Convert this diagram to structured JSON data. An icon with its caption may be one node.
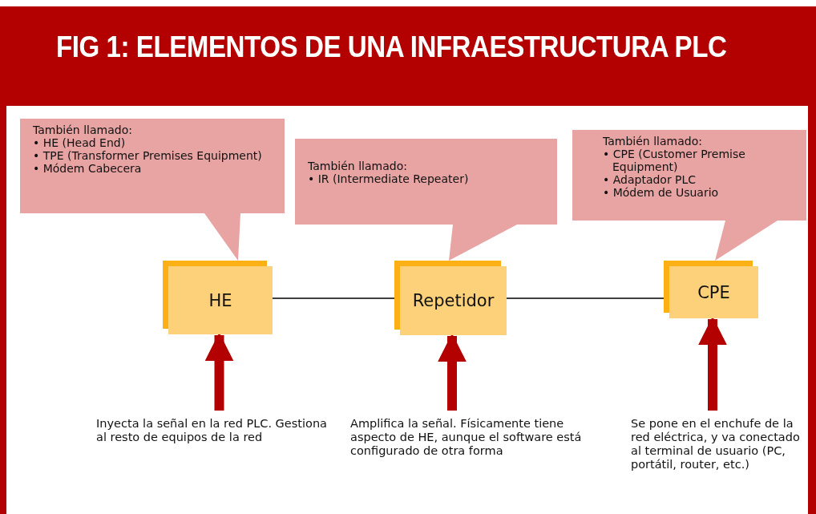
{
  "diagram": {
    "title": "FIG 1: ELEMENTOS DE UNA INFRAESTRUCTURA PLC",
    "nodes": [
      {
        "text": [
          "También llamado:",
          "• HE (Head End)",
          "• TPE (Transformer Premises Equipment)",
          "• Módem Cabecera"
        ]
      },
      {
        "text": [
          "También llamado:",
          "• IR (Intermediate Repeater)"
        ]
      },
      {
        "text": [
          "También llamado:",
          "• CPE (Customer Premise Equipment)",
          "• Adaptador PLC",
          "• Módem de Usuario"
        ]
      },
      {
        "text": [
          "HE"
        ]
      },
      {
        "text": [
          "Repetidor"
        ]
      },
      {
        "text": [
          "CPE"
        ]
      },
      {
        "text": [
          "Inyecta la señal en la red PLC. Gestiona al resto de equipos de la red"
        ]
      },
      {
        "text": [
          "Amplifica la señal. Físicamente tiene aspecto de HE, aunque el software está configurado de otra forma"
        ]
      },
      {
        "text": [
          "Se pone en el enchufe de la red eléctrica, y va conectado al terminal de usuario (PC, portátil, router, etc.)"
        ]
      }
    ],
    "edges": [
      {
        "from": 3,
        "to": 4,
        "arrow": "none",
        "color": "#000000"
      },
      {
        "from": 4,
        "to": 5,
        "arrow": "none",
        "color": "#000000"
      },
      {
        "from": 6,
        "to": 3,
        "arrow": "to"
      },
      {
        "from": 7,
        "to": 4,
        "arrow": "to"
      },
      {
        "from": 8,
        "to": 5,
        "arrow": "to"
      }
    ]
  }
}
